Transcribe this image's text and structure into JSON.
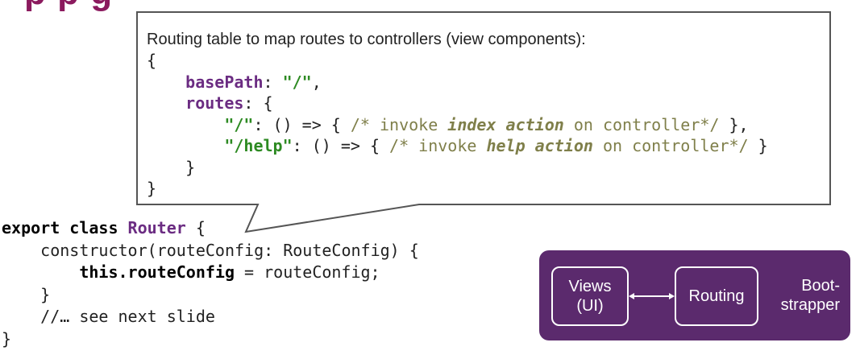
{
  "slide": {
    "title_fragment": "p   p   g"
  },
  "callout": {
    "heading": "Routing table to map routes to controllers (view components):",
    "code": {
      "open_brace": "{",
      "base_path_key": "basePath",
      "base_path_sep": ": ",
      "base_path_value": "\"/\"",
      "base_path_end": ",",
      "routes_key": "routes",
      "routes_open": ": {",
      "route1_key": "\"/\"",
      "route1_mid": ": () => { ",
      "route1_comment_a": "/* invoke ",
      "route1_comment_em": "index action",
      "route1_comment_b": " on controller*/",
      "route1_end": " },",
      "route2_key": "\"/help\"",
      "route2_mid": ": () => { ",
      "route2_comment_a": "/* invoke ",
      "route2_comment_em": "help action",
      "route2_comment_b": " on controller*/",
      "route2_end": " }",
      "routes_close": "}",
      "close_brace": "}"
    }
  },
  "router_code": {
    "export_kw": "export class",
    "class_name": "Router",
    "line1_end": " {",
    "ctor": "constructor(routeConfig: RouteConfig) {",
    "this_kw": "this.routeConfig",
    "assign": " = routeConfig;",
    "ctor_close": "}",
    "comment": "//… see next slide",
    "class_close": "}"
  },
  "diagram": {
    "views_line1": "Views",
    "views_line2": "(UI)",
    "routing": "Routing",
    "boot_line1": "Boot-",
    "boot_line2": "strapper",
    "bg_color": "#5b2a6d"
  }
}
